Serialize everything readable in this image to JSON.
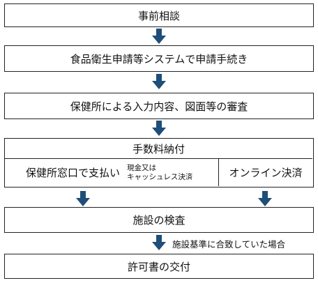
{
  "flow": {
    "step1": "事前相談",
    "step2": "食品衛生申請等システムで申請手続き",
    "step3": "保健所による入力内容、図面等の審査",
    "step4": {
      "title": "手数料納付",
      "option_counter": "保健所窓口で支払い",
      "option_counter_note_line1": "現金又は",
      "option_counter_note_line2": "キャッシュレス決済",
      "option_online": "オンライン決済"
    },
    "step5": "施設の検査",
    "condition": "施設基準に合致していた場合",
    "step6": "許可書の交付"
  },
  "colors": {
    "arrow": "#1f4e79",
    "border": "#222222"
  }
}
